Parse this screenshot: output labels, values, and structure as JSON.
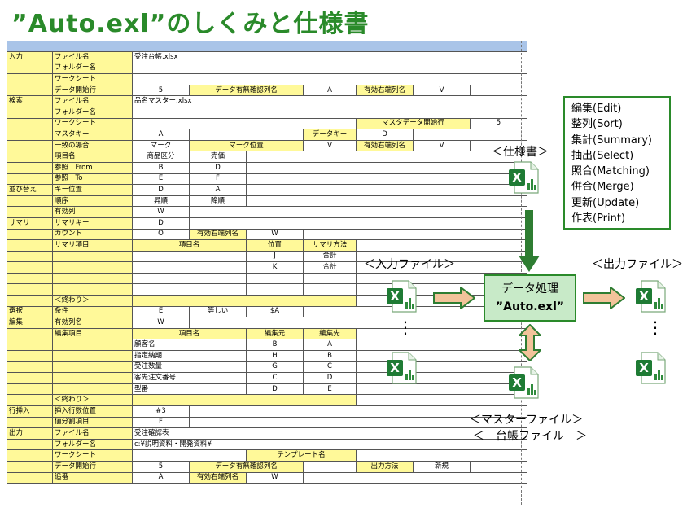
{
  "title": "”Auto.exl”のしくみと仕様書",
  "spec_list": [
    "編集(Edit)",
    "整列(Sort)",
    "集計(Summary)",
    "抽出(Select)",
    "照合(Matching)",
    "併合(Merge)",
    "更新(Update)",
    "作表(Print)"
  ],
  "labels": {
    "spec": "＜仕様書＞",
    "input": "＜入力ファイル＞",
    "output": "＜出力ファイル＞",
    "process_line1": "データ処理",
    "process_line2": "”Auto.exl”",
    "master": "＜マスターファイル＞",
    "ledger": "＜　台帳ファイル　＞",
    "dots": "・\n・\n・"
  },
  "colors": {
    "accent": "#2a8a2a",
    "cell_yellow": "#fff999",
    "process_fill": "#c8eac8",
    "arrow_green": "#2e7d32",
    "arrow_orange": "#f2c39a"
  },
  "icons": [
    "excel-file-icon",
    "down-arrow-icon",
    "right-arrow-icon",
    "double-vertical-arrow-icon"
  ],
  "sheet": {
    "r1": {
      "sec": "入力",
      "lbl": "ファイル名",
      "v": "受注台帳.xlsx"
    },
    "r2": {
      "lbl": "フォルダー名"
    },
    "r3": {
      "lbl": "ワークシート"
    },
    "r4": {
      "lbl": "データ開始行",
      "v1": "5",
      "m": "データ有無確認列名",
      "v2": "A",
      "m2": "有効右端列名",
      "v3": "V"
    },
    "r5": {
      "sec": "検索",
      "lbl": "ファイル名",
      "v": "品名マスター.xlsx"
    },
    "r6": {
      "lbl": "フォルダー名"
    },
    "r7": {
      "lbl": "ワークシート",
      "m": "マスタデータ開始行",
      "v": "5"
    },
    "r8": {
      "lbl": "マスタキー",
      "v1": "A",
      "m": "データキー",
      "v2": "D"
    },
    "r9": {
      "lbl": "一致の場合",
      "v1": "マーク",
      "m": "マーク位置",
      "v2": "V",
      "m2": "有効右端列名",
      "v3": "V"
    },
    "r10": {
      "lbl": "項目名",
      "v1": "商品区分",
      "v2": "売価"
    },
    "r11": {
      "lbl": "参照　From",
      "v1": "B",
      "v2": "D"
    },
    "r12": {
      "lbl": "参照　To",
      "v1": "E",
      "v2": "F"
    },
    "r13": {
      "sec": "並び替え",
      "lbl": "キー位置",
      "v1": "D",
      "v2": "A"
    },
    "r14": {
      "lbl": "順序",
      "v1": "昇順",
      "v2": "降順"
    },
    "r15": {
      "lbl": "有効列",
      "v1": "W"
    },
    "r16": {
      "sec": "サマリ",
      "lbl": "サマリキー",
      "v1": "D"
    },
    "r17": {
      "lbl": "カウント",
      "v1": "O",
      "m": "有効右端列名",
      "v2": "W"
    },
    "r18": {
      "lbl": "サマリ項目",
      "h1": "項目名",
      "h2": "位置",
      "h3": "サマリ方法"
    },
    "r19": {
      "v2": "J",
      "v3": "合計"
    },
    "r20": {
      "v2": "K",
      "v3": "合計"
    },
    "r23": {
      "lbl": "＜終わり＞"
    },
    "r24": {
      "sec": "選択",
      "lbl": "条件",
      "v1": "E",
      "v2": "等しい",
      "v3": "$A"
    },
    "r25": {
      "sec": "編集",
      "lbl": "有効列名",
      "v1": "W"
    },
    "r26": {
      "lbl": "編集項目",
      "h1": "項目名",
      "h2": "編集元",
      "h3": "編集先"
    },
    "r27": {
      "n": "顧客名",
      "a": "B",
      "b": "A"
    },
    "r28": {
      "n": "指定納期",
      "a": "H",
      "b": "B"
    },
    "r29": {
      "n": "受注数量",
      "a": "G",
      "b": "C"
    },
    "r30": {
      "n": "客先注文番号",
      "a": "C",
      "b": "D"
    },
    "r31": {
      "n": "型番",
      "a": "D",
      "b": "E"
    },
    "r32": {
      "lbl": "＜終わり＞"
    },
    "r33": {
      "sec": "行挿入",
      "lbl": "挿入行数位置",
      "v1": "#3"
    },
    "r34": {
      "lbl": "値分割項目",
      "v1": "F"
    },
    "r35": {
      "sec": "出力",
      "lbl": "ファイル名",
      "v": "受注確認表"
    },
    "r36": {
      "lbl": "フォルダー名",
      "v": "c:¥説明資料・開発資料¥"
    },
    "r37": {
      "lbl": "ワークシート",
      "m": "テンプレート名"
    },
    "r38": {
      "lbl": "データ開始行",
      "v1": "5",
      "m": "データ有無確認列名",
      "m2": "出力方法",
      "v3": "新規"
    },
    "r39": {
      "lbl": "追番",
      "v1": "A",
      "m": "有効右端列名",
      "v2": "W"
    }
  }
}
